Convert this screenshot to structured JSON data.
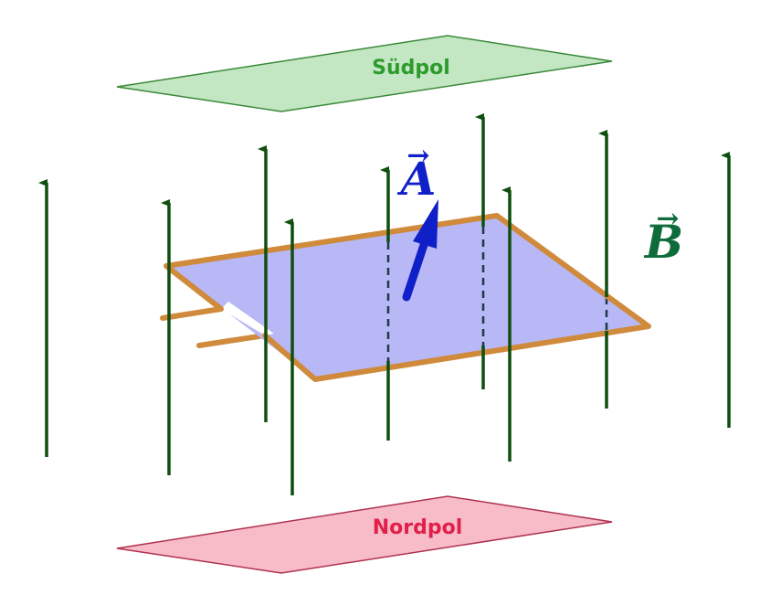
{
  "poles": {
    "south": {
      "label": "Südpol",
      "fill": "#c3e6c3",
      "stroke": "#3a8a3a",
      "text_color": "#2e9b2e"
    },
    "north": {
      "label": "Nordpol",
      "fill": "#f7bcc8",
      "stroke": "#b0324f",
      "text_color": "#e0204a"
    }
  },
  "vectors": {
    "area": {
      "symbol": "A",
      "color": "#1020c8"
    },
    "field": {
      "symbol": "B",
      "color": "#0e6b3a"
    }
  },
  "colors": {
    "field_lines": "#0f4f0f",
    "loop_wire": "#d08a3c",
    "loop_fill": "#b8b8f6"
  }
}
